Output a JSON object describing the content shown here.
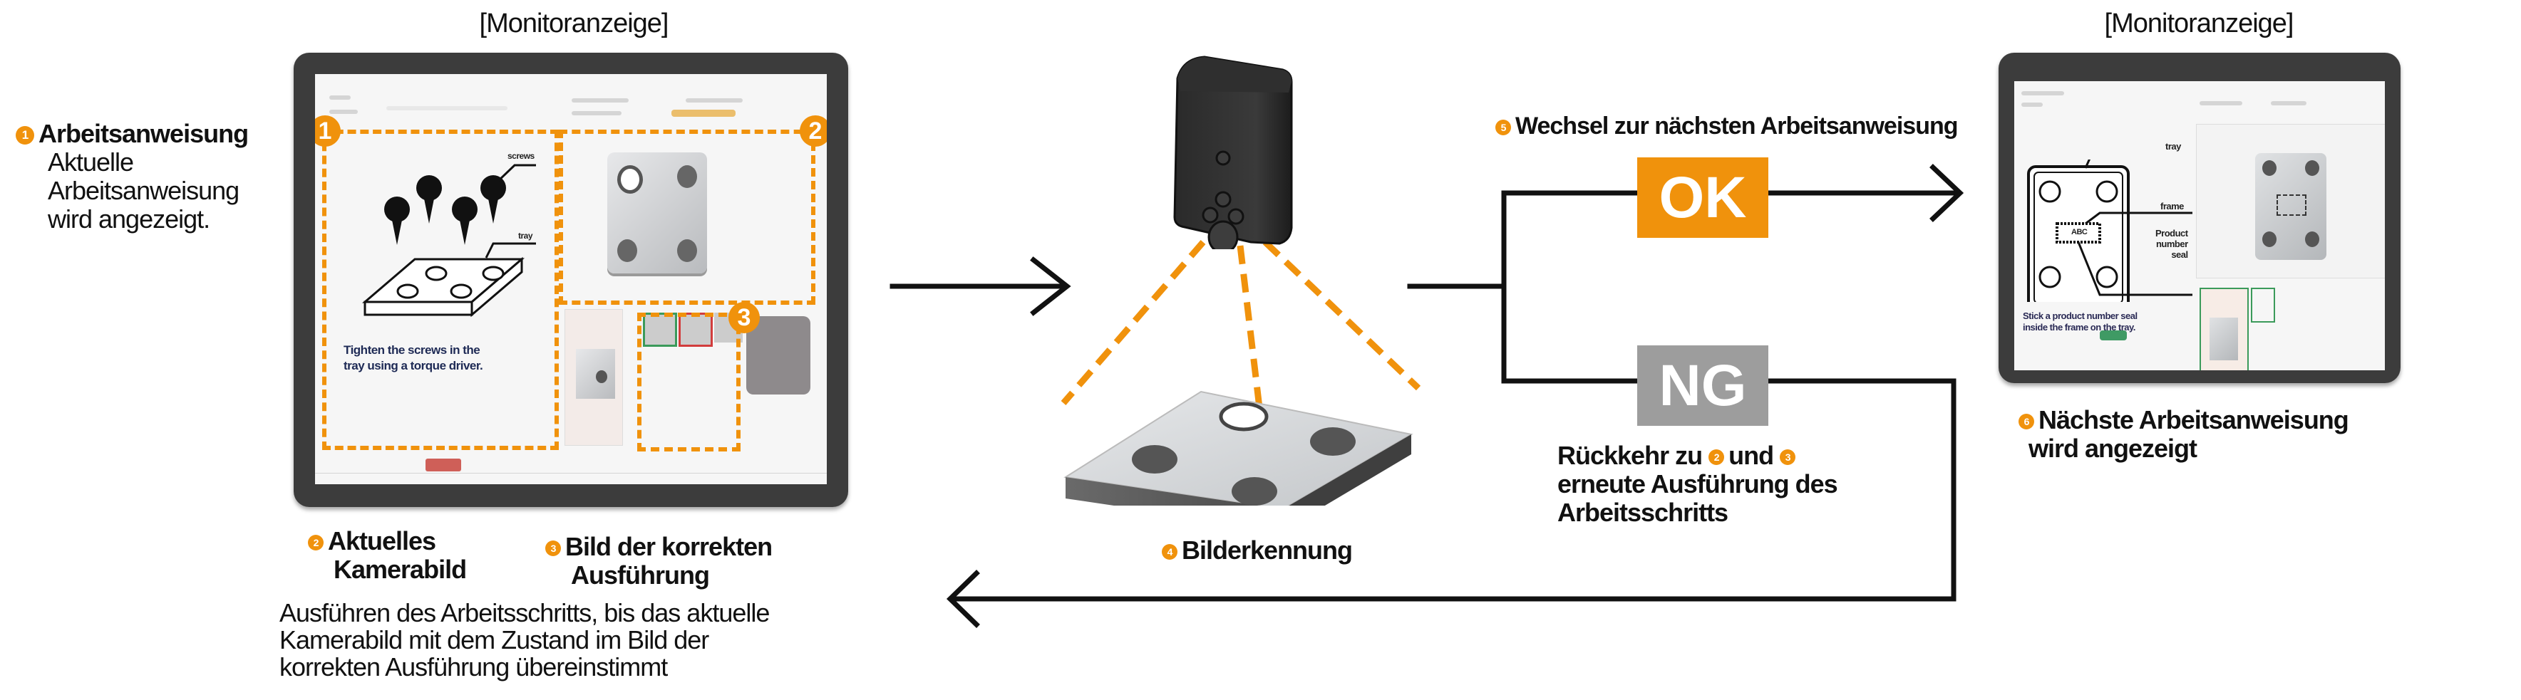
{
  "left_monitor": {
    "heading": "[Monitoranzeige]",
    "instruction_labels": {
      "screws": "screws",
      "tray": "tray"
    },
    "instruction_text_line1": "Tighten the screws in the",
    "instruction_text_line2": "tray using a torque driver.",
    "markers": [
      "1",
      "2",
      "3"
    ]
  },
  "right_monitor": {
    "heading": "[Monitoranzeige]",
    "labels": {
      "tray": "tray",
      "frame": "frame",
      "product_line1": "Product",
      "product_line2": "number",
      "product_line3": "seal",
      "seal_code": "ABC"
    },
    "instruction_text_line1": "Stick a product number seal",
    "instruction_text_line2": "inside the frame on the tray."
  },
  "callouts": {
    "c1": {
      "num": "1",
      "title": "Arbeitsanweisung",
      "line1": "Aktuelle",
      "line2": "Arbeitsanweisung",
      "line3": "wird angezeigt."
    },
    "c2": {
      "num": "2",
      "line1": "Aktuelles",
      "line2": "Kamerabild"
    },
    "c3": {
      "num": "3",
      "line1": "Bild der korrekten",
      "line2": "Ausführung"
    },
    "c4": {
      "num": "4",
      "title": "Bilderkennung"
    },
    "c5": {
      "num": "5",
      "title": "Wechsel zur nächsten Arbeitsanweisung"
    },
    "c6": {
      "num": "6",
      "line1": "Nächste Arbeitsanweisung",
      "line2": "wird angezeigt"
    },
    "execute_note": {
      "line1": "Ausführen des Arbeitsschritts, bis das aktuelle",
      "line2": "Kamerabild mit dem Zustand im Bild der",
      "line3": "korrekten Ausführung übereinstimmt"
    },
    "ng_note": {
      "prefix": "Rückkehr zu",
      "num_a": "2",
      "mid": "und",
      "num_b": "3",
      "line2": "erneute Ausführung des",
      "line3": "Arbeitsschritts"
    }
  },
  "results": {
    "ok": {
      "label": "OK",
      "color": "#f0920c"
    },
    "ng": {
      "label": "NG",
      "color": "#9d9d9d"
    }
  },
  "colors": {
    "accent": "#f0920c",
    "line": "#111111",
    "monitor_bezel": "#3c3c3c"
  }
}
